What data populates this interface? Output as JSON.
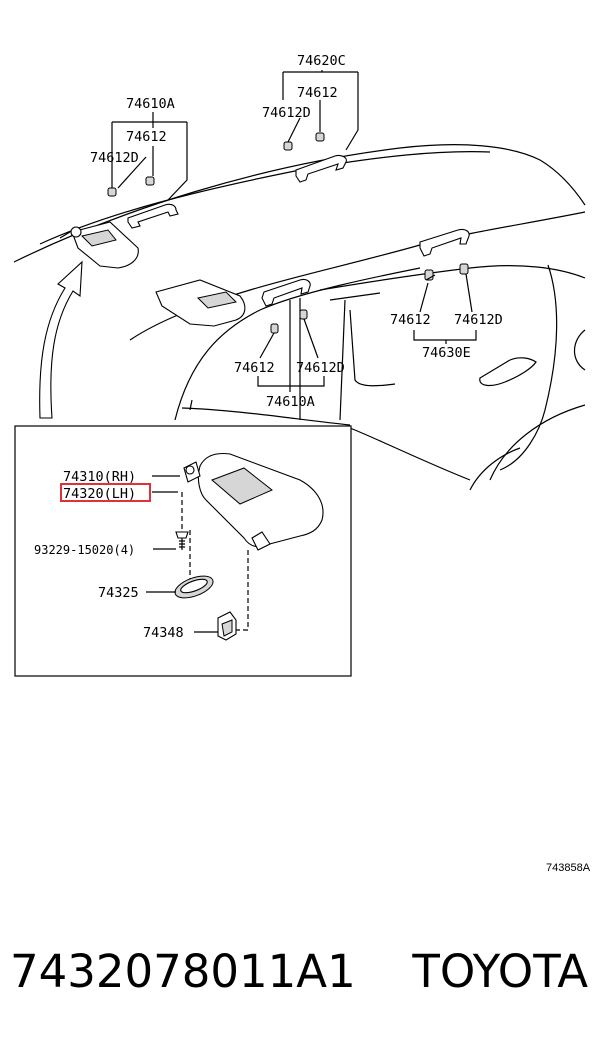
{
  "callouts": {
    "c74620C": "74620C",
    "c74612_top": "74612",
    "c74612D_top": "74612D",
    "c74610A_left": "74610A",
    "c74612_left": "74612",
    "c74612D_left": "74612D",
    "c74612_right": "74612",
    "c74612D_right": "74612D",
    "c74630E": "74630E",
    "c74612_mid": "74612",
    "c74612D_mid": "74612D",
    "c74610A_mid": "74610A",
    "c74310": "74310(RH)",
    "c74320": "74320(LH)",
    "c93229": "93229-15020(4)",
    "c74325": "74325",
    "c74348": "74348"
  },
  "diagram_code": "743858A",
  "highlight_color": "#e0303a",
  "footer": {
    "part_number": "7432078011A1",
    "brand": "TOYOTA"
  }
}
